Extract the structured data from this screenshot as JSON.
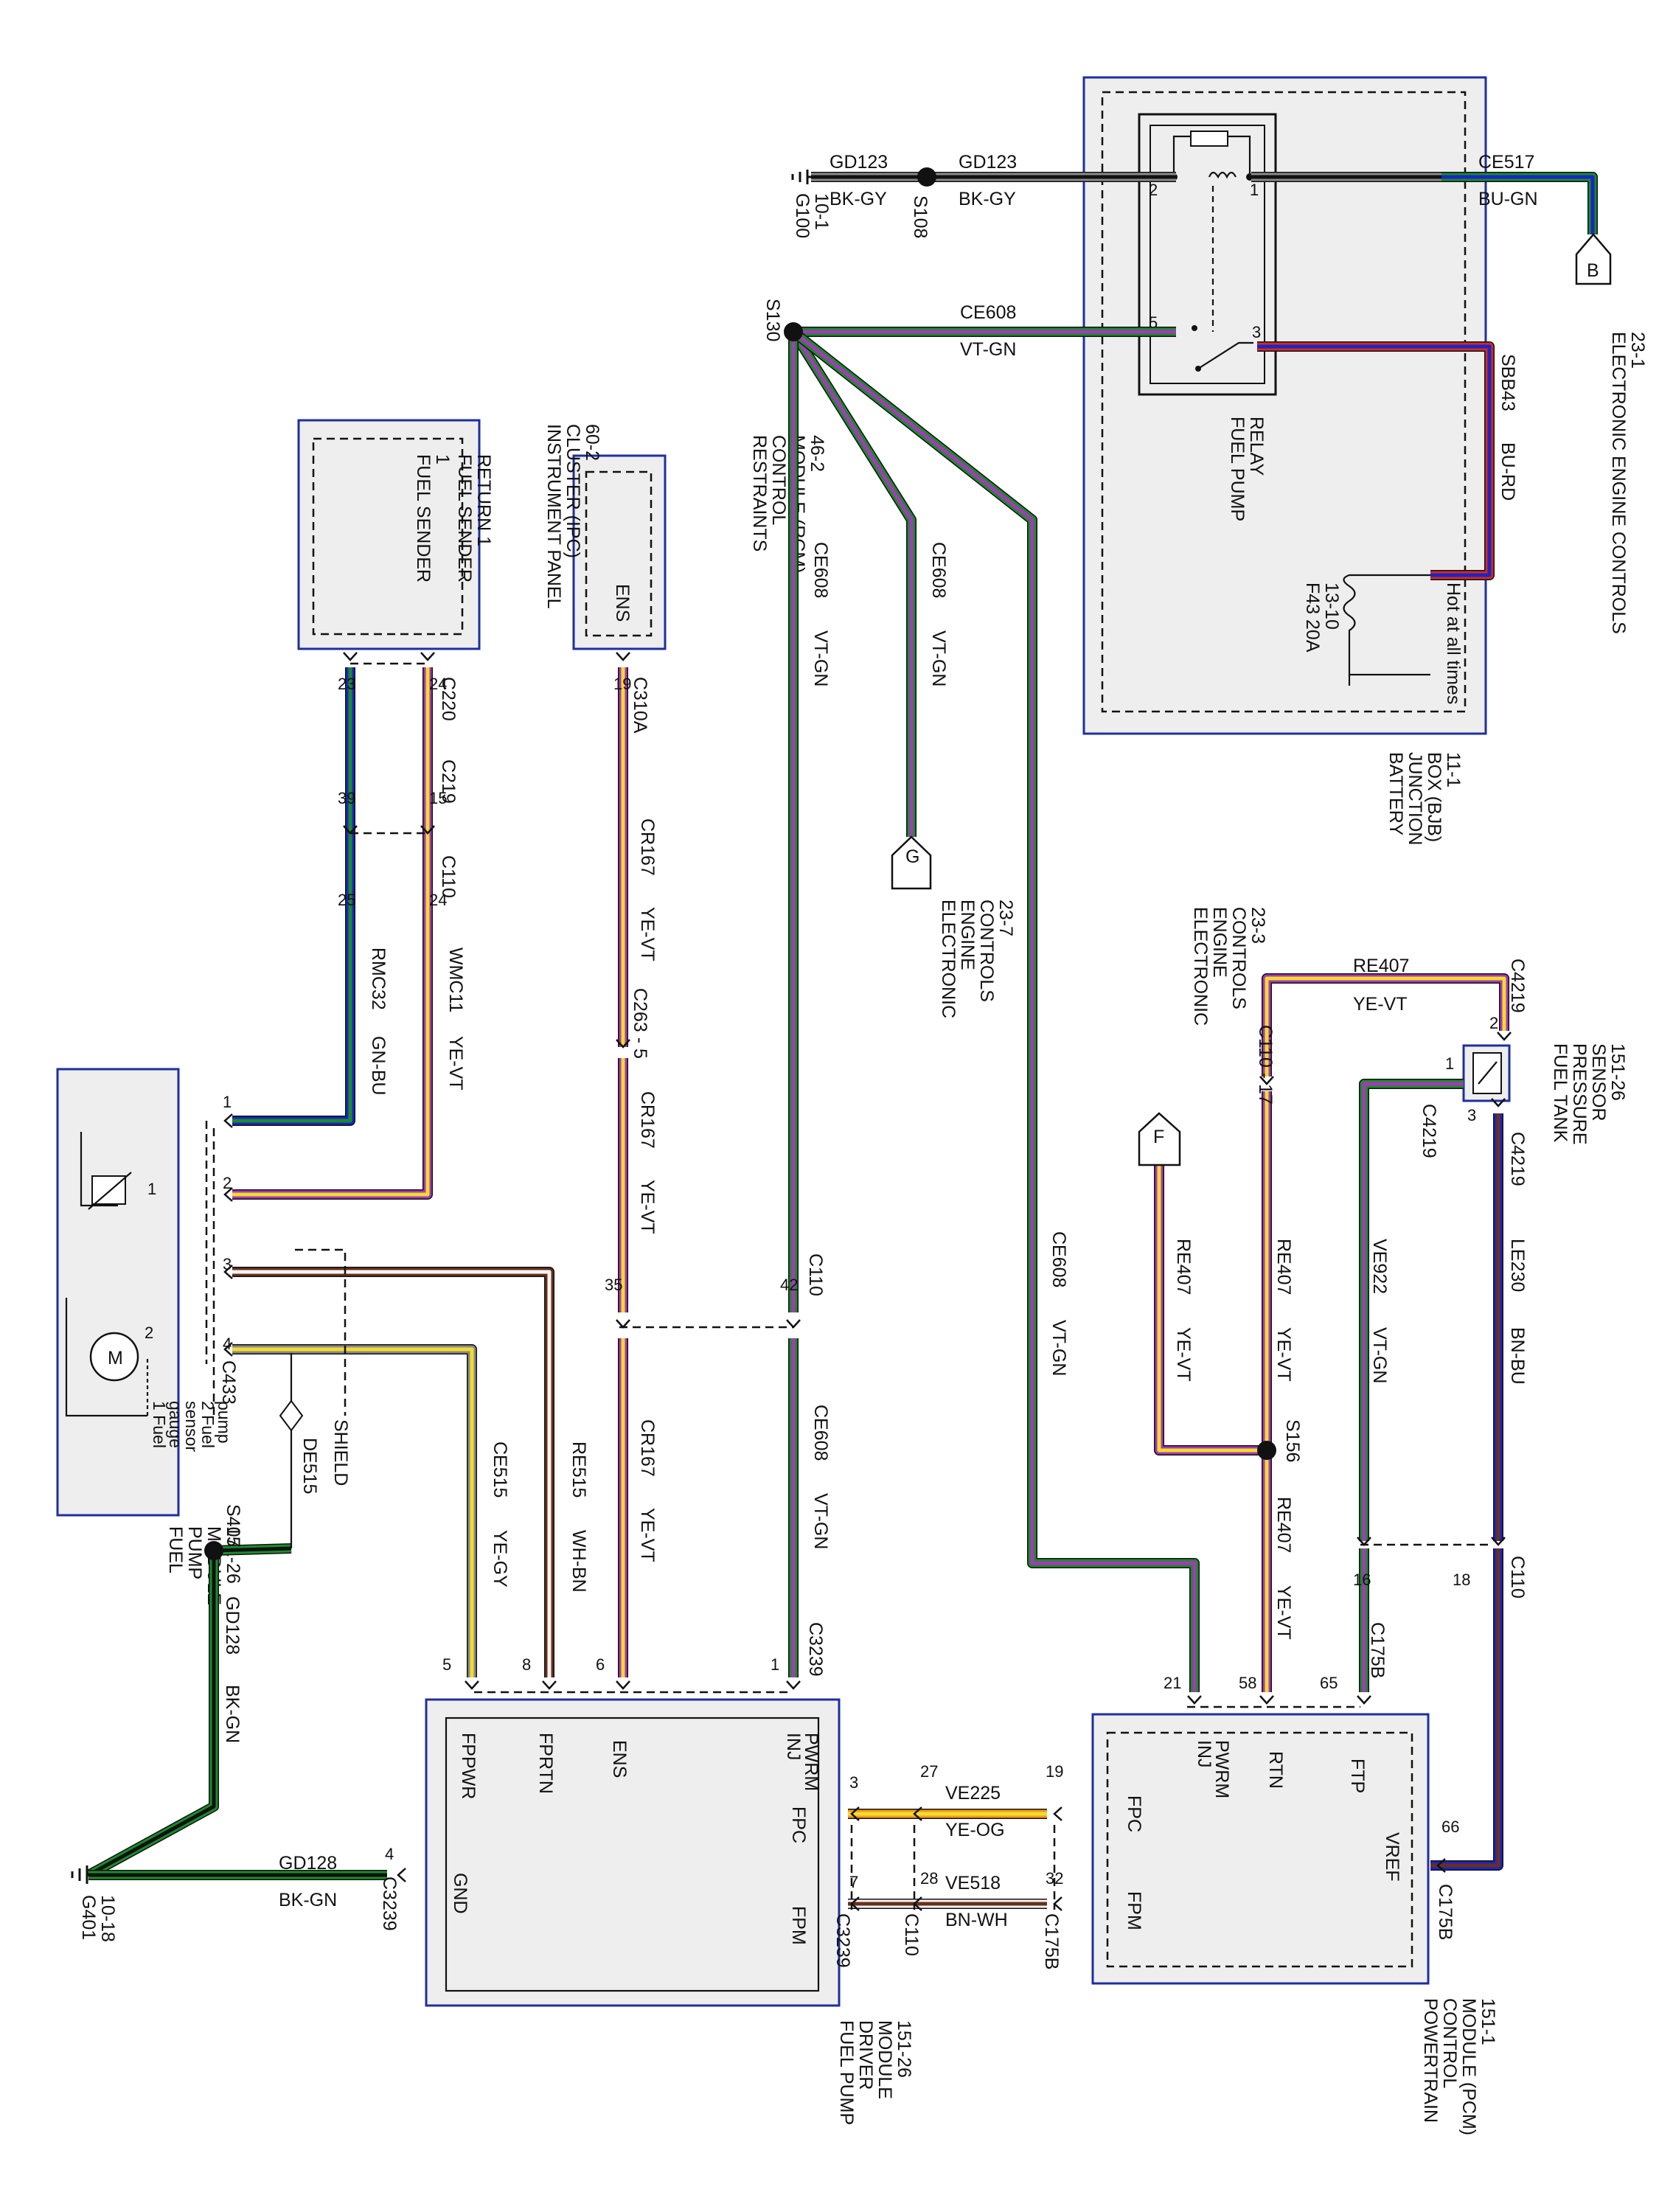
{
  "colors": {
    "BK": "#111111",
    "BU": "#1b24c8",
    "GN": "#1a8c2a",
    "VT": "#a43ab8",
    "YE": "#f3dc2a",
    "GY": "#8a8a8a",
    "RD": "#d42a1f",
    "OG": "#f29a1f",
    "BN": "#6b2f1a",
    "WH": "#f5f5f5",
    "module_border": "#1f2f9e",
    "module_fill": "#eeeeee"
  },
  "wires": {
    "gd123_a": {
      "circuit": "GD123",
      "color": "BK-GY"
    },
    "gd123_b": {
      "circuit": "GD123",
      "color": "BK-GY"
    },
    "ce517": {
      "circuit": "CE517",
      "color": "BU-GN"
    },
    "ce608_relay": {
      "circuit": "CE608",
      "color": "VT-GN"
    },
    "sbb43": {
      "circuit": "SBB43",
      "color": "BU-RD"
    },
    "ce608_g": {
      "circuit": "CE608",
      "color": "VT-GN"
    },
    "ce608_c110": {
      "circuit": "CE608",
      "color": "VT-GN"
    },
    "ce608_c3239": {
      "circuit": "CE608",
      "color": "VT-GN"
    },
    "ce608_pcm": {
      "circuit": "CE608",
      "color": "VT-GN"
    },
    "cr167_a": {
      "circuit": "CR167",
      "color": "YE-VT"
    },
    "cr167_b": {
      "circuit": "CR167",
      "color": "YE-VT"
    },
    "cr167_c": {
      "circuit": "CR167",
      "color": "YE-VT"
    },
    "wmc11": {
      "circuit": "WMC11",
      "color": "YE-VT"
    },
    "rmc32": {
      "circuit": "RMC32",
      "color": "GN-BU"
    },
    "ce515": {
      "circuit": "CE515",
      "color": "YE-GY"
    },
    "re515": {
      "circuit": "RE515",
      "color": "WH-BN"
    },
    "de515": {
      "circuit": "DE515"
    },
    "gd128_a": {
      "circuit": "GD128",
      "color": "BK-GN"
    },
    "gd128_b": {
      "circuit": "GD128",
      "color": "BK-GN"
    },
    "ve225": {
      "circuit": "VE225",
      "color": "YE-OG"
    },
    "ve518": {
      "circuit": "VE518",
      "color": "BN-WH"
    },
    "re407_top": {
      "circuit": "RE407",
      "color": "YE-VT"
    },
    "re407_mid": {
      "circuit": "RE407",
      "color": "YE-VT"
    },
    "re407_f": {
      "circuit": "RE407",
      "color": "YE-VT"
    },
    "re407_bot": {
      "circuit": "RE407",
      "color": "YE-VT"
    },
    "ve922": {
      "circuit": "VE922",
      "color": "VT-GN"
    },
    "le230": {
      "circuit": "LE230",
      "color": "BN-BU"
    }
  },
  "splices": {
    "s108": "S108",
    "s130": "S130",
    "s156": "S156",
    "s407": "S407"
  },
  "grounds": {
    "g100": {
      "id": "G100",
      "ref": "10-1"
    },
    "g401": {
      "id": "G401",
      "ref": "10-18"
    }
  },
  "modules": {
    "bjb": {
      "name": [
        "BATTERY",
        "JUNCTION",
        "BOX (BJB)",
        "11-1"
      ],
      "fuse": [
        "F43  20A",
        "13-10"
      ],
      "hot": "Hot at all times"
    },
    "relay": {
      "name": [
        "FUEL PUMP",
        "RELAY"
      ],
      "pins": [
        "1",
        "2",
        "3",
        "5"
      ]
    },
    "rcm": {
      "name": [
        "RESTRAINTS",
        "CONTROL",
        "MODULE (RCM)",
        "46-2"
      ],
      "pin": "ENS"
    },
    "ipc": {
      "name": [
        "INSTRUMENT PANEL",
        "CLUSTER (IPC)",
        "60-2"
      ],
      "pins": [
        "FUEL SENDER",
        "1",
        "FUEL SENDER",
        "RETURN 1"
      ]
    },
    "fpm": {
      "name": [
        "FUEL",
        "PUMP",
        "MODULE",
        "151-26"
      ],
      "legend": [
        "1 Fuel",
        "gauge",
        "sensor",
        "2 Fuel",
        "pump"
      ],
      "motor": "M",
      "sub_pins": [
        "1",
        "2"
      ],
      "pins": [
        "1",
        "2",
        "3",
        "4"
      ],
      "connector": "C433",
      "shield": "SHIELD"
    },
    "fpdm": {
      "name": [
        "FUEL PUMP",
        "DRIVER",
        "MODULE",
        "151-26"
      ],
      "pins_top": [
        "FPPWR",
        "FPRTN",
        "ENS",
        "INJ",
        "PWRM"
      ],
      "pin_fpc": "FPC",
      "pin_fpm": "FPM",
      "pin_gnd": "GND"
    },
    "pcm": {
      "name": [
        "POWERTRAIN",
        "CONTROL",
        "MODULE (PCM)",
        "151-1"
      ],
      "pins": [
        "INJ",
        "PWRM",
        "RTN",
        "FTP",
        "FPC",
        "FPM",
        "VREF"
      ]
    },
    "ftps": {
      "name": [
        "FUEL TANK",
        "PRESSURE",
        "SENSOR",
        "151-26"
      ],
      "pins": [
        "1",
        "2",
        "3"
      ]
    }
  },
  "references": {
    "b": {
      "letter": "B",
      "text": [
        "ELECTRONIC ENGINE CONTROLS",
        "23-1"
      ]
    },
    "g": {
      "letter": "G",
      "text": [
        "ELECTRONIC",
        "ENGINE",
        "CONTROLS",
        "23-7"
      ]
    },
    "f": {
      "letter": "F",
      "text": [
        "ELECTRONIC",
        "ENGINE",
        "CONTROLS",
        "23-3"
      ]
    }
  },
  "connectors": {
    "c220": "C220",
    "c219": "C219",
    "c110": "C110",
    "c310a": "C310A",
    "c263": "C263 - 5",
    "c3239": "C3239",
    "c175b": "C175B",
    "c4219": "C4219",
    "c110_17": "C110 - 17"
  },
  "pins": {
    "p24a": "24",
    "p23": "23",
    "p15": "15",
    "p39": "39",
    "p24b": "24",
    "p25": "25",
    "p19a": "19",
    "p35": "35",
    "p42": "42",
    "p5": "5",
    "p8": "8",
    "p6": "6",
    "p1": "1",
    "p3": "3",
    "p7": "7",
    "p4": "4",
    "p27": "27",
    "p28": "28",
    "p19b": "19",
    "p32": "32",
    "p21": "21",
    "p58": "58",
    "p65": "65",
    "p66": "66",
    "p16": "16",
    "p18": "18",
    "p2s": "2",
    "p1s": "1",
    "p3s": "3"
  }
}
